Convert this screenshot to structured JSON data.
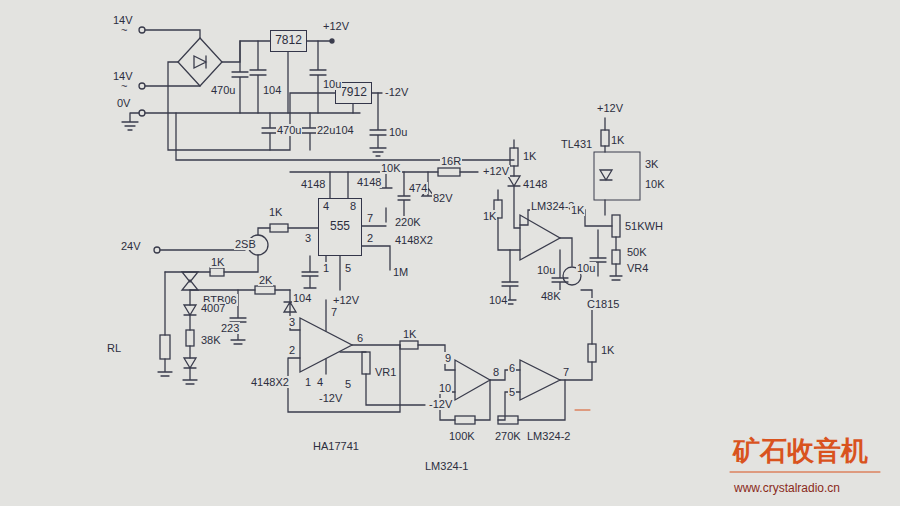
{
  "diagram": {
    "nodes": [
      {
        "text": [
          "7812"
        ]
      },
      {
        "text": [
          "7912"
        ]
      },
      {
        "text": [
          "555"
        ]
      }
    ],
    "labels": [
      "14V",
      "~",
      "14V",
      "~",
      "0V",
      "+12V",
      "470u",
      "104",
      "10u",
      "-12V",
      "470u",
      "22u104",
      "10u",
      "16R",
      "+12V",
      "1K",
      "4148",
      "1K",
      "LM324-3",
      "+12V",
      "1K",
      "TL431",
      "3K",
      "10K",
      "1K",
      "51KWH",
      "50K",
      "VR4",
      "10u",
      "10u",
      "104",
      "48K",
      "C1815",
      "4148",
      "4148",
      "10K",
      "474",
      "82V",
      "4",
      "8",
      "3",
      "7",
      "2",
      "1",
      "5",
      "220K",
      "4148X2",
      "104",
      "1M",
      "1K",
      "2SB",
      "24V",
      "1K",
      "BTB06",
      "RL",
      "4007",
      "38K",
      "2K",
      "223",
      "4148X2",
      "+12V",
      "3",
      "7",
      "2",
      "6",
      "1",
      "4",
      "5",
      "VR1",
      "-12V",
      "-12V",
      "1K",
      "9",
      "8",
      "10",
      "6",
      "7",
      "5",
      "1K",
      "100K",
      "270K",
      "LM324-1",
      "LM324-2",
      "HA17741",
      "矿石收音机",
      "www.crystalradio.cn"
    ]
  }
}
